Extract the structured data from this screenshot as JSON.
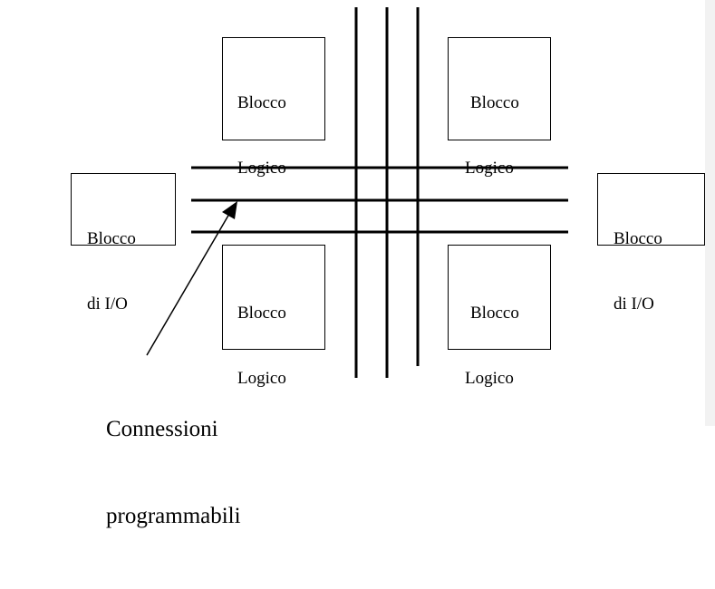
{
  "blocks": {
    "logic_top_left": {
      "line1": "Blocco",
      "line2": "Logico"
    },
    "logic_top_right": {
      "line1": "Blocco",
      "line2": "Logico"
    },
    "logic_bottom_left": {
      "line1": "Blocco",
      "line2": "Logico"
    },
    "logic_bottom_right": {
      "line1": "Blocco",
      "line2": "Logico"
    },
    "io_left": {
      "line1": "Blocco",
      "line2": "di I/O"
    },
    "io_right": {
      "line1": "Blocco",
      "line2": "di I/O"
    }
  },
  "callout": {
    "line1": "Connessioni",
    "line2": "programmabili"
  },
  "colors": {
    "stroke": "#000000",
    "background": "#ffffff",
    "edge_strip": "#f2f2f2"
  }
}
